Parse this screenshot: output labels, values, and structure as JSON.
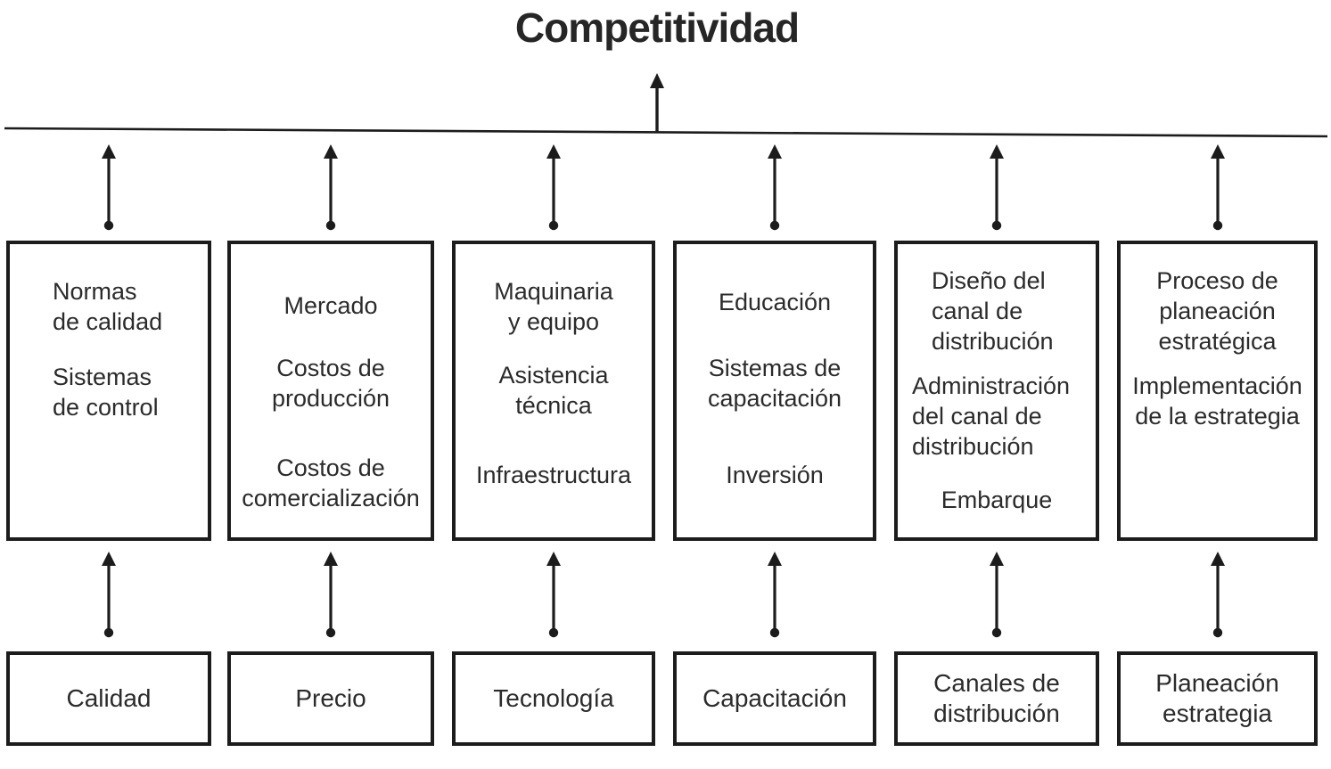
{
  "title": "Competitividad",
  "colors": {
    "ink": "#1c1c1c",
    "text": "#2b2b2b",
    "background": "#ffffff"
  },
  "columns": [
    {
      "category": "Calidad",
      "factors": [
        "Normas\nde calidad",
        "Sistemas\nde control"
      ]
    },
    {
      "category": "Precio",
      "factors": [
        "Mercado",
        "Costos de\nproducción",
        "Costos de\ncomercialización"
      ]
    },
    {
      "category": "Tecnología",
      "factors": [
        "Maquinaria\ny equipo",
        "Asistencia\ntécnica",
        "Infraestructura"
      ]
    },
    {
      "category": "Capacitación",
      "factors": [
        "Educación",
        "Sistemas de\ncapacitación",
        "Inversión"
      ]
    },
    {
      "category": "Canales de\ndistribución",
      "factors": [
        "Diseño del\ncanal de\ndistribución",
        "Administración\ndel canal de\ndistribución",
        "Embarque"
      ]
    },
    {
      "category": "Planeación\nestrategia",
      "factors": [
        "Proceso de\nplaneación\nestratégica",
        "Implementación\nde la estrategia"
      ]
    }
  ]
}
